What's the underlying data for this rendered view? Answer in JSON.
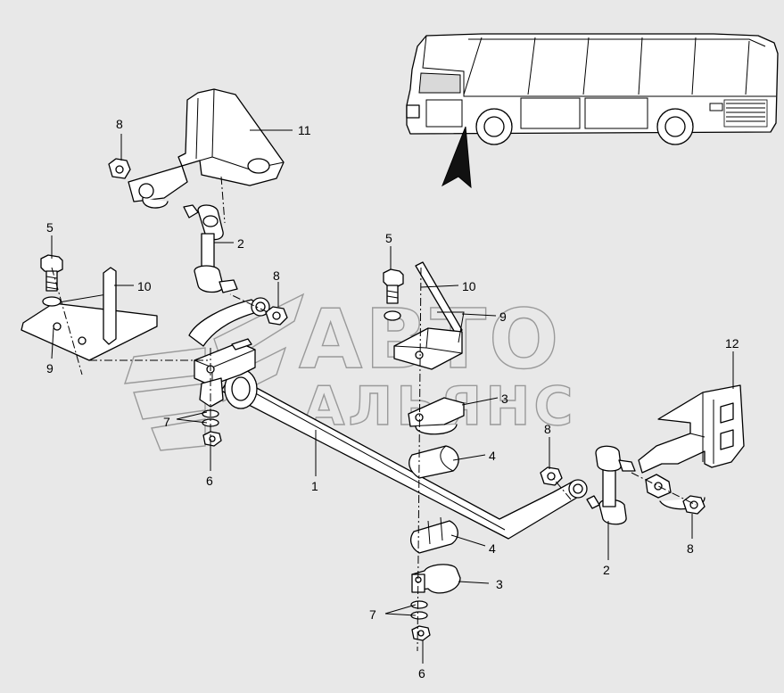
{
  "watermark": {
    "line1": "АВТО",
    "line2": "АЛЬЯНС",
    "color": "#9a9a9a"
  },
  "callouts": [
    {
      "id": "c11",
      "text": "11"
    },
    {
      "id": "c8a",
      "text": "8"
    },
    {
      "id": "c2a",
      "text": "2"
    },
    {
      "id": "c5a",
      "text": "5"
    },
    {
      "id": "c10a",
      "text": "10"
    },
    {
      "id": "c9a",
      "text": "9"
    },
    {
      "id": "c8b",
      "text": "8"
    },
    {
      "id": "c7a",
      "text": "7"
    },
    {
      "id": "c6a",
      "text": "6"
    },
    {
      "id": "c1",
      "text": "1"
    },
    {
      "id": "c5b",
      "text": "5"
    },
    {
      "id": "c10b",
      "text": "10"
    },
    {
      "id": "c9b",
      "text": "9"
    },
    {
      "id": "c3a",
      "text": "3"
    },
    {
      "id": "c4a",
      "text": "4"
    },
    {
      "id": "c4b",
      "text": "4"
    },
    {
      "id": "c3b",
      "text": "3"
    },
    {
      "id": "c7b",
      "text": "7"
    },
    {
      "id": "c6b",
      "text": "6"
    },
    {
      "id": "c8c",
      "text": "8"
    },
    {
      "id": "c2b",
      "text": "2"
    },
    {
      "id": "c12",
      "text": "12"
    },
    {
      "id": "c8d",
      "text": "8"
    }
  ],
  "colors": {
    "background": "#e8e8e8",
    "line": "#000000",
    "part_fill": "#ffffff",
    "bus_window": "#d9d9d9"
  }
}
